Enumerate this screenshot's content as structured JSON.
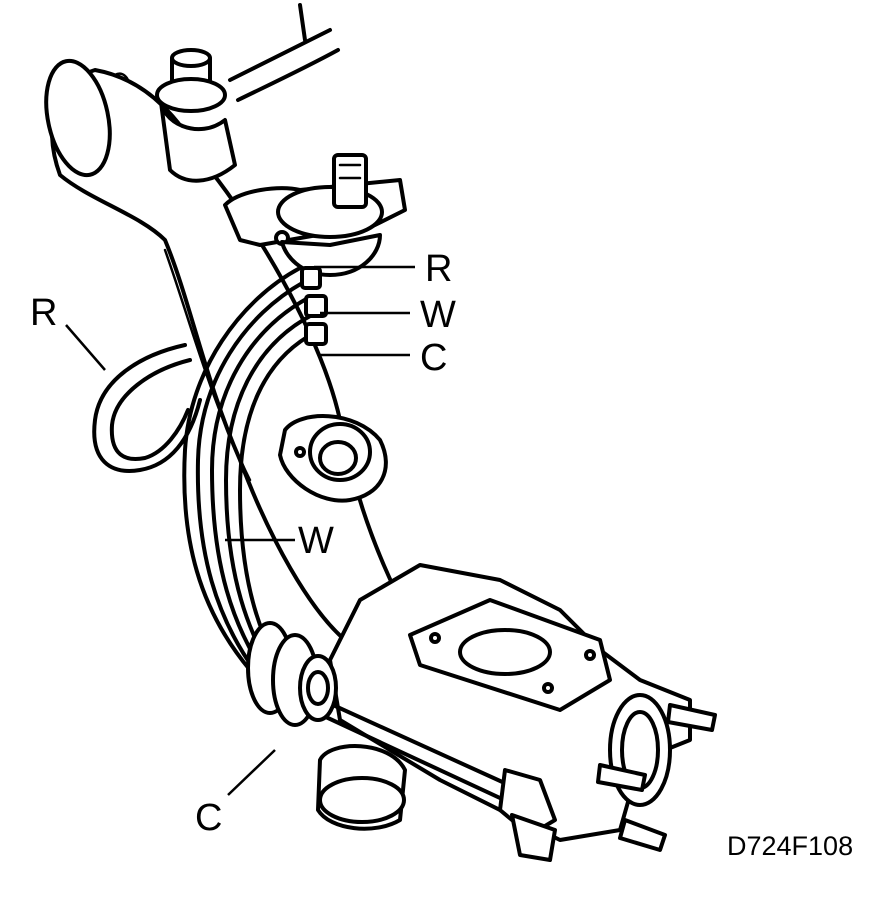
{
  "labels": {
    "r_top": "R",
    "w_top": "W",
    "c_top": "C",
    "r_left": "R",
    "w_mid": "W",
    "c_bottom": "C"
  },
  "figure_code": "D724F108"
}
